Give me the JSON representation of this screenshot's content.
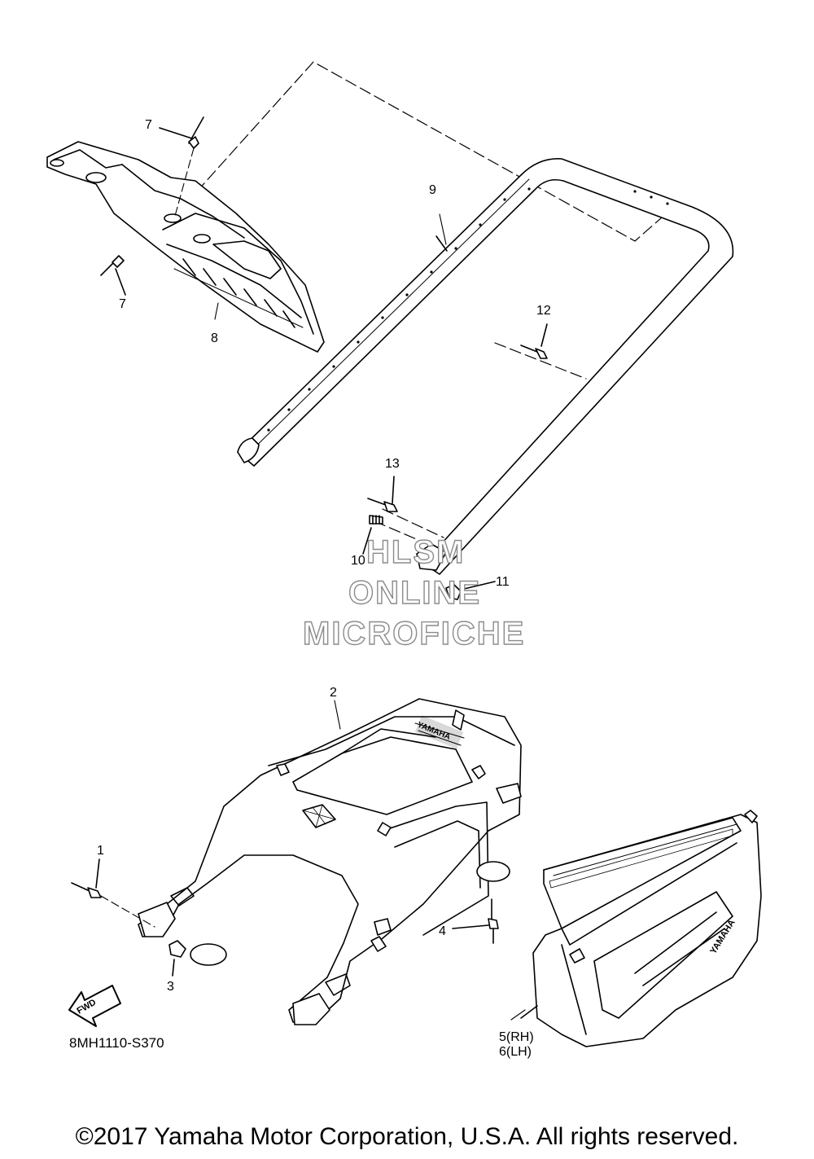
{
  "callouts": {
    "c1": "1",
    "c2": "2",
    "c3": "3",
    "c4": "4",
    "c5": "5(RH)",
    "c6": "6(LH)",
    "c7a": "7",
    "c7b": "7",
    "c8": "8",
    "c9": "9",
    "c10": "10",
    "c11": "11",
    "c12": "12",
    "c13": "13"
  },
  "watermark": {
    "line1": "HLSM",
    "line2": "ONLINE",
    "line3": "MICROFICHE"
  },
  "fwd_arrow": "FWD",
  "brand_decal": "YAMAHA",
  "diagram_code": "8MH1110-S370",
  "copyright": "©2017 Yamaha Motor Corporation, U.S.A. All rights reserved."
}
